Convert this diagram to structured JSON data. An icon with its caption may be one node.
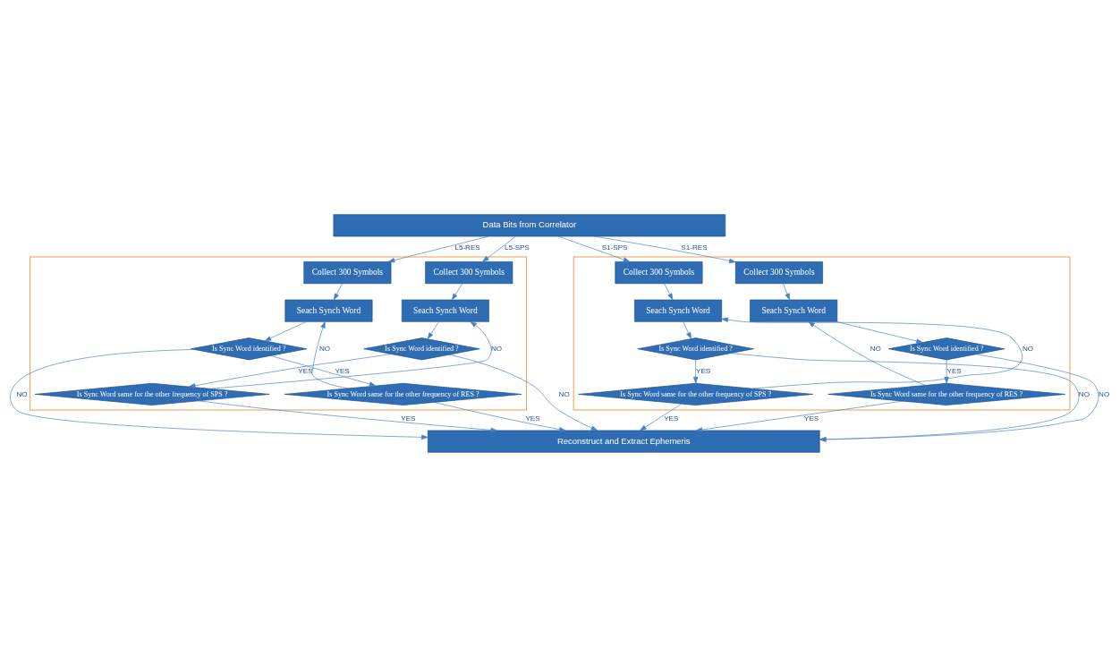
{
  "diagram": {
    "nodes": [
      {
        "text": [
          "Data Bits from Correlator"
        ]
      },
      {
        "text": [],
        "shape": "box"
      },
      {
        "text": [
          "Collect 300 Symbols"
        ],
        "in": 1
      },
      {
        "text": [
          "Seach Synch Word"
        ],
        "in": 1
      },
      {
        "text": [
          "Is Sync Word identified ?"
        ],
        "in": 1
      },
      {
        "text": [
          "Is Sync Word same for the other frequency of SPS ?"
        ],
        "in": 1
      },
      {
        "text": [
          "Collect 300 Symbols"
        ],
        "in": 1
      },
      {
        "text": [
          "Seach Synch Word"
        ],
        "in": 1
      },
      {
        "text": [
          "Is Sync Word identified ?"
        ],
        "in": 1
      },
      {
        "text": [
          "Is Sync Word same for the other frequency of RES ?"
        ],
        "in": 1
      },
      {
        "text": [],
        "shape": "box"
      },
      {
        "text": [
          "Collect 300 Symbols"
        ],
        "in": 10
      },
      {
        "text": [
          "Seach Synch Word"
        ],
        "in": 10
      },
      {
        "text": [
          "Is Sync Word identified ?"
        ],
        "in": 10
      },
      {
        "text": [
          "Is Sync Word same for the other frequency of SPS ?"
        ],
        "in": 10
      },
      {
        "text": [
          "Collect 300 Symbols"
        ],
        "in": 10
      },
      {
        "text": [
          "Seach Synch Word"
        ],
        "in": 10
      },
      {
        "text": [
          "Is Sync Word identified ?"
        ],
        "in": 10
      },
      {
        "text": [
          "Is Sync Word same for the other frequency of RES ?"
        ],
        "in": 10
      },
      {
        "text": [
          "Reconstruct and Extract Ephemeris"
        ]
      }
    ],
    "edges": [
      {
        "from": 0,
        "to": 2,
        "arrow": "to",
        "label": "L5-SPS"
      },
      {
        "from": 2,
        "to": 3,
        "arrow": "to"
      },
      {
        "from": 3,
        "to": 4,
        "arrow": "to"
      },
      {
        "from": 4,
        "to": 5,
        "arrow": "to",
        "label": "YES"
      },
      {
        "from": 5,
        "to": 3,
        "arrow": "to",
        "label": "NO"
      },
      {
        "from": 4,
        "to": 19,
        "arrow": "to",
        "label": "NO"
      },
      {
        "from": 5,
        "to": 19,
        "arrow": "to",
        "label": "YES"
      },
      {
        "from": 0,
        "to": 6,
        "arrow": "to",
        "label": "L5-RES"
      },
      {
        "from": 6,
        "to": 7,
        "arrow": "to"
      },
      {
        "from": 7,
        "to": 8,
        "arrow": "to"
      },
      {
        "from": 8,
        "to": 9,
        "arrow": "to",
        "label": "YES"
      },
      {
        "from": 9,
        "to": 7,
        "arrow": "to",
        "label": "NO"
      },
      {
        "from": 8,
        "to": 19,
        "arrow": "to",
        "label": "NO"
      },
      {
        "from": 9,
        "to": 19,
        "arrow": "to",
        "label": "YES"
      },
      {
        "from": 0,
        "to": 11,
        "arrow": "to",
        "label": "S1-SPS"
      },
      {
        "from": 11,
        "to": 12,
        "arrow": "to"
      },
      {
        "from": 12,
        "to": 13,
        "arrow": "to"
      },
      {
        "from": 13,
        "to": 14,
        "arrow": "to",
        "label": "YES"
      },
      {
        "from": 14,
        "to": 12,
        "arrow": "to",
        "label": "NO"
      },
      {
        "from": 13,
        "to": 19,
        "arrow": "to",
        "label": "NO"
      },
      {
        "from": 14,
        "to": 19,
        "arrow": "to",
        "label": "YES"
      },
      {
        "from": 0,
        "to": 15,
        "arrow": "to",
        "label": "S1-RES"
      },
      {
        "from": 15,
        "to": 16,
        "arrow": "to"
      },
      {
        "from": 16,
        "to": 17,
        "arrow": "to"
      },
      {
        "from": 17,
        "to": 18,
        "arrow": "to",
        "label": "YES"
      },
      {
        "from": 18,
        "to": 16,
        "arrow": "to",
        "label": "NO"
      },
      {
        "from": 17,
        "to": 19,
        "arrow": "to",
        "label": "NO"
      },
      {
        "from": 18,
        "to": 19,
        "arrow": "to",
        "label": "YES"
      }
    ]
  }
}
